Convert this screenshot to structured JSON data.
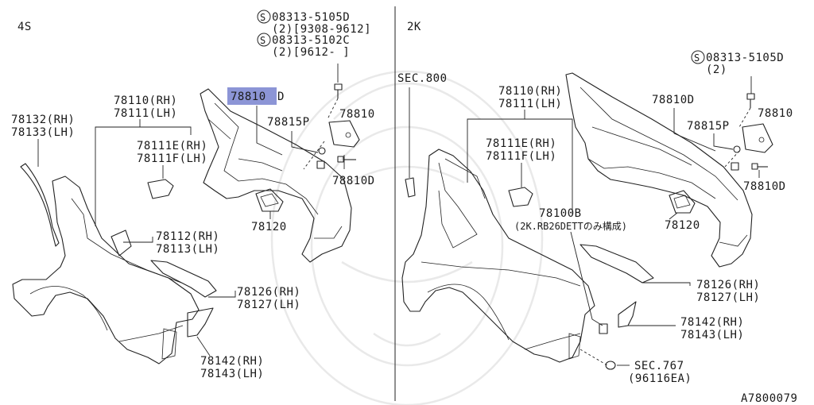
{
  "sections": {
    "left": "4S",
    "right": "2K"
  },
  "highlight_color": "#8c95d6",
  "left_labels": {
    "screw_code_1": "08313-5105D",
    "screw_qty_1": "(2)[9308-9612]",
    "screw_code_2": "08313-5102C",
    "screw_qty_2": "(2)[9612-    ]",
    "part_78810D_prefix": "78810",
    "part_78810D_suffix": "D",
    "part_78815P": "78815P",
    "part_78810": "78810",
    "part_78810D_b": "78810D",
    "part_78110": "78110(RH)",
    "part_78111": "78111(LH)",
    "part_78132": "78132(RH)",
    "part_78133": "78133(LH)",
    "part_78111E": "78111E(RH)",
    "part_78111F": "78111F(LH)",
    "part_78120": "78120",
    "part_78112": "78112(RH)",
    "part_78113": "78113(LH)",
    "part_78126": "78126(RH)",
    "part_78127": "78127(LH)",
    "part_78142": "78142(RH)",
    "part_78143": "78143(LH)"
  },
  "right_labels": {
    "sec_800": "SEC.800",
    "screw_code": "08313-5105D",
    "screw_qty": "(2)",
    "part_78110": "78110(RH)",
    "part_78111": "78111(LH)",
    "part_78810D": "78810D",
    "part_78815P": "78815P",
    "part_78810": "78810",
    "part_78111E": "78111E(RH)",
    "part_78111F": "78111F(LH)",
    "part_78810D_b": "78810D",
    "part_78100B": "78100B",
    "note_78100B": "(2K.RB26DETTのみ構成)",
    "part_78120": "78120",
    "part_78126": "78126(RH)",
    "part_78127": "78127(LH)",
    "part_78142": "78142(RH)",
    "part_78143": "78143(LH)",
    "sec_767": "SEC.767",
    "sec_767_code": "(96116EA)"
  },
  "diagram_code": "A7800079",
  "icons": {
    "screw_mark": "S"
  }
}
